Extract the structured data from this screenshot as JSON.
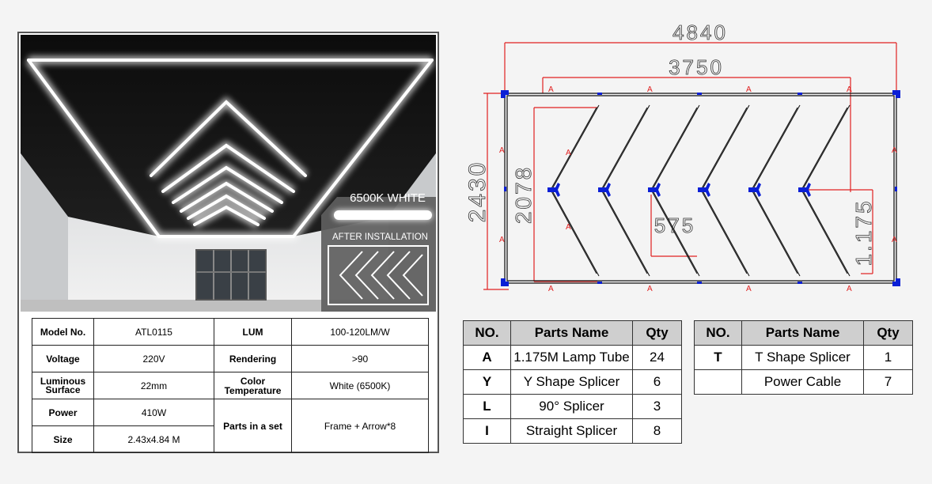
{
  "photo": {
    "badge_color_temp": "6500K WHITE",
    "badge_after_install": "AFTER INSTALLATION"
  },
  "spec_table": {
    "model_label": "Model No.",
    "model_value": "ATL0115",
    "lum_label": "LUM",
    "lum_value": "100-120LM/W",
    "voltage_label": "Voltage",
    "voltage_value": "220V",
    "rendering_label": "Rendering",
    "rendering_value": ">90",
    "luminous_label_1": "Luminous",
    "luminous_label_2": "Surface",
    "luminous_value": "22mm",
    "color_temp_label_1": "Color",
    "color_temp_label_2": "Temperature",
    "color_temp_value": "White (6500K)",
    "power_label": "Power",
    "power_value": "410W",
    "parts_label": "Parts in a set",
    "parts_value": "Frame + Arrow*8",
    "size_label": "Size",
    "size_value": "2.43x4.84 M"
  },
  "drawing": {
    "dim_total_width": "4840",
    "dim_arrow_span": "3750",
    "dim_total_height": "2430",
    "dim_arrow_height": "2078",
    "dim_arrow_depth": "575",
    "dim_tube": "1.175",
    "marker_letter": "A",
    "frame_color": "#1a1a1a",
    "dimension_color": "#e02020",
    "splicer_color": "#0a1fd6"
  },
  "parts_table_1": {
    "headers": [
      "NO.",
      "Parts Name",
      "Qty"
    ],
    "rows": [
      [
        "A",
        "1.175M Lamp Tube",
        "24"
      ],
      [
        "Y",
        "Y Shape Splicer",
        "6"
      ],
      [
        "L",
        "90° Splicer",
        "3"
      ],
      [
        "I",
        "Straight Splicer",
        "8"
      ]
    ]
  },
  "parts_table_2": {
    "headers": [
      "NO.",
      "Parts Name",
      "Qty"
    ],
    "rows": [
      [
        "T",
        "T Shape Splicer",
        "1"
      ],
      [
        "",
        "Power Cable",
        "7"
      ]
    ]
  }
}
